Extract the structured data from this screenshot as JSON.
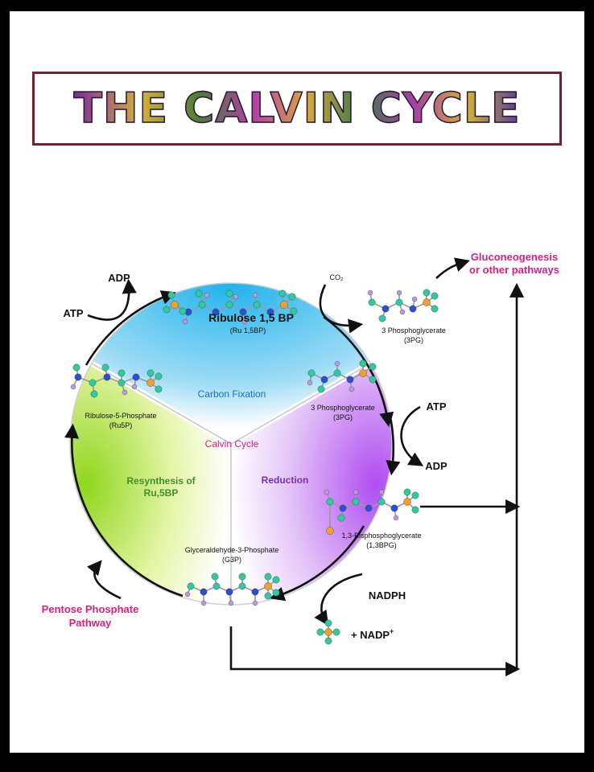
{
  "title": "THE CALVIN CYCLE",
  "center_label": "Calvin Cycle",
  "sectors": {
    "carbon_fixation": "Carbon Fixation",
    "reduction": "Reduction",
    "resynthesis_line1": "Resynthesis of",
    "resynthesis_line2": "Ru,5BP"
  },
  "molecules": {
    "rubp_name": "Ribulose 1,5 BP",
    "rubp_abbr": "(Ru 1,5BP)",
    "pg_outer_name": "3 Phosphoglycerate",
    "pg_outer_abbr": "(3PG)",
    "pg_inner_name": "3 Phosphoglycerate",
    "pg_inner_abbr": "(3PG)",
    "bpg_name": "1,3-Bisphosphoglycerate",
    "bpg_abbr": "(1,3BPG)",
    "g3p_name": "Glyceraldehyde-3-Phosphate",
    "g3p_abbr": "(G3P)",
    "ru5p_name": "Ribulose-5-Phosphate",
    "ru5p_abbr": "(Ru5P)"
  },
  "cofactors": {
    "adp_top": "ADP",
    "atp_left": "ATP",
    "co2": "CO₂",
    "atp_right": "ATP",
    "adp_right": "ADP",
    "nadph": "NADPH",
    "nadp_plus": "+ NADP",
    "nadp_sup": "+"
  },
  "pathways": {
    "gluconeogenesis_line1": "Gluconeogenesis",
    "gluconeogenesis_line2": "or other pathways",
    "pentose_line1": "Pentose Phosphate",
    "pentose_line2": "Pathway"
  },
  "colors": {
    "title_border": "#7a1f2b",
    "magenta": "#d8207f",
    "carbon_fixation": "#3aa0e0",
    "reduction": "#8a3cc0",
    "resynthesis": "#3f8f2a",
    "atom_carbon": "#30c9a0",
    "atom_nitrogen": "#2a4fd0",
    "atom_phosphate": "#f0a030",
    "atom_hydrogen": "#b99ae0"
  }
}
